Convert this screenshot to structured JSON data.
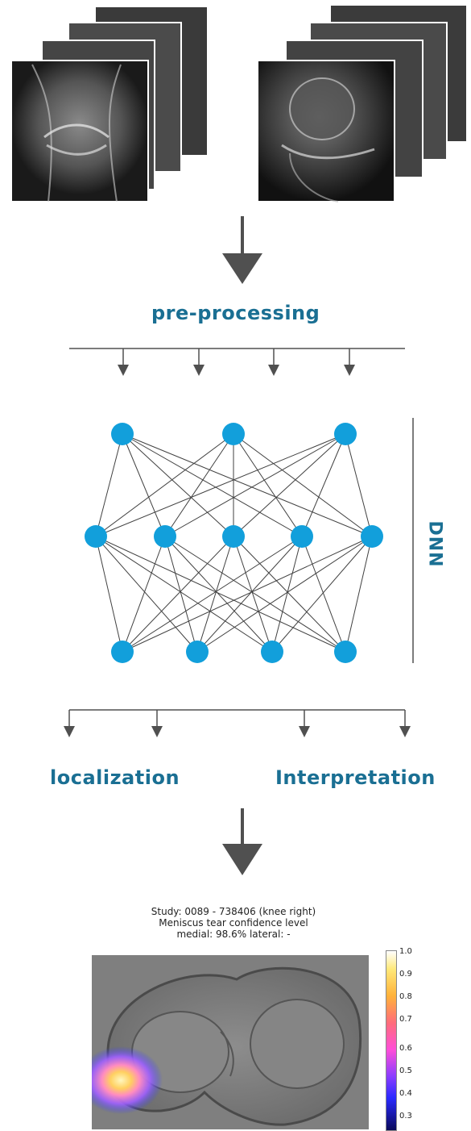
{
  "diagram": {
    "stages": {
      "preprocessing_label": "pre-processing",
      "network_label": "DNN",
      "localization_label": "localization",
      "interpretation_label": "Interpretation"
    },
    "output": {
      "study_line": "Study: 0089 - 738406 (knee right)",
      "confidence_line": "Meniscus tear confidence level",
      "result_line": "medial: 98.6%   lateral: -",
      "colorbar_ticks": [
        "1.0",
        "0.9",
        "0.8",
        "0.7",
        "0.6",
        "0.5",
        "0.4",
        "0.3"
      ]
    },
    "colors": {
      "accent": "#1a6f93",
      "node": "#129fdb",
      "line": "#505050"
    }
  }
}
